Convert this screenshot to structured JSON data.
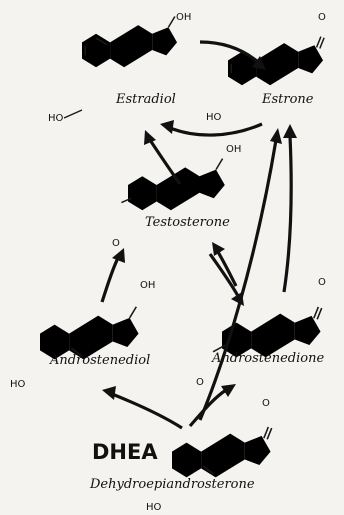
{
  "molecules": {
    "estradiol": {
      "name": "Estradiol",
      "groups": [
        "OH",
        "HO"
      ]
    },
    "estrone": {
      "name": "Estrone",
      "groups": [
        "O",
        "HO"
      ]
    },
    "testosterone": {
      "name": "Testosterone",
      "groups": [
        "OH",
        "O"
      ]
    },
    "androstenediol": {
      "name": "Androstenediol",
      "groups": [
        "OH",
        "HO"
      ]
    },
    "androstenedione": {
      "name": "Androstenedione",
      "groups": [
        "O",
        "O"
      ]
    },
    "dhea": {
      "abbr": "DHEA",
      "name": "Dehydroepiandrosterone",
      "groups": [
        "O",
        "HO"
      ]
    }
  }
}
